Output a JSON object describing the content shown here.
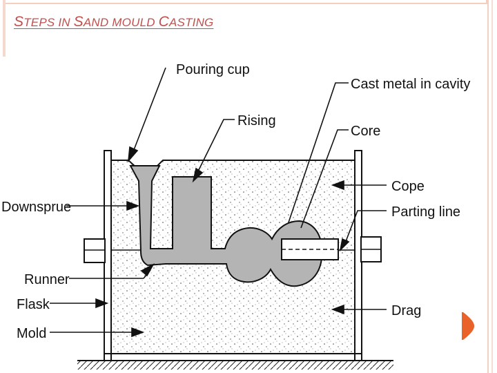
{
  "title": {
    "first_letter": "S",
    "rest_1": "TEPS IN ",
    "letter_2": "S",
    "rest_2": "AND MOULD ",
    "letter_3": "C",
    "rest_3": "ASTING"
  },
  "labels": {
    "pouring_cup": "Pouring cup",
    "rising": "Rising",
    "cast_metal": "Cast metal in cavity",
    "core": "Core",
    "cope": "Cope",
    "parting_line": "Parting line",
    "downsprue": "Downsprue",
    "runner": "Runner",
    "flask": "Flask",
    "mold": "Mold",
    "drag": "Drag"
  },
  "colors": {
    "title": "#c0504d",
    "metal": "#b4b4b4",
    "accent": "#e8622a"
  }
}
